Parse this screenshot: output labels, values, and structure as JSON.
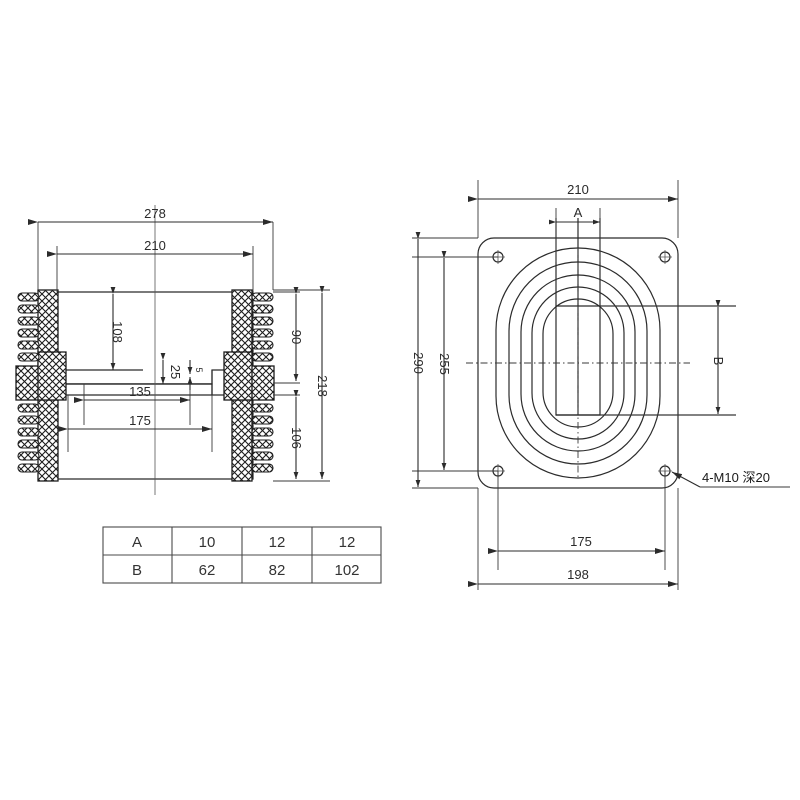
{
  "document": {
    "type": "engineering-drawing",
    "title": "",
    "views": [
      "front-section-view",
      "plan-view"
    ]
  },
  "left_view": {
    "name": "front-section-view",
    "dimensions": {
      "overall_width": "278",
      "body_width": "210",
      "upper_cavity_height": "108",
      "upper_right_height": "90",
      "overall_height": "218",
      "lower_right_height": "106",
      "mid_slot_height": "25",
      "mid_small": "5",
      "inner_width": "135",
      "lower_width": "175"
    }
  },
  "right_view": {
    "name": "plan-view",
    "dimensions": {
      "plate_width": "210",
      "plate_height": "290",
      "hole_span_vertical": "255",
      "hole_span_horizontal": "175",
      "plate_bottom_width": "198",
      "aperture_width_label": "A",
      "aperture_height_label": "B"
    },
    "annotation": {
      "thread_note": "4-M10 深20"
    }
  },
  "table": {
    "name": "variant-dimension-table",
    "rows": [
      {
        "label": "A",
        "values": [
          "10",
          "12",
          "12"
        ]
      },
      {
        "label": "B",
        "values": [
          "62",
          "82",
          "102"
        ]
      }
    ]
  },
  "colors": {
    "line": "#3a3a3a",
    "object_line": "#2b2b2b",
    "hatch": "#1d1d1d",
    "background": "#ffffff",
    "text": "#2a2a2a"
  }
}
